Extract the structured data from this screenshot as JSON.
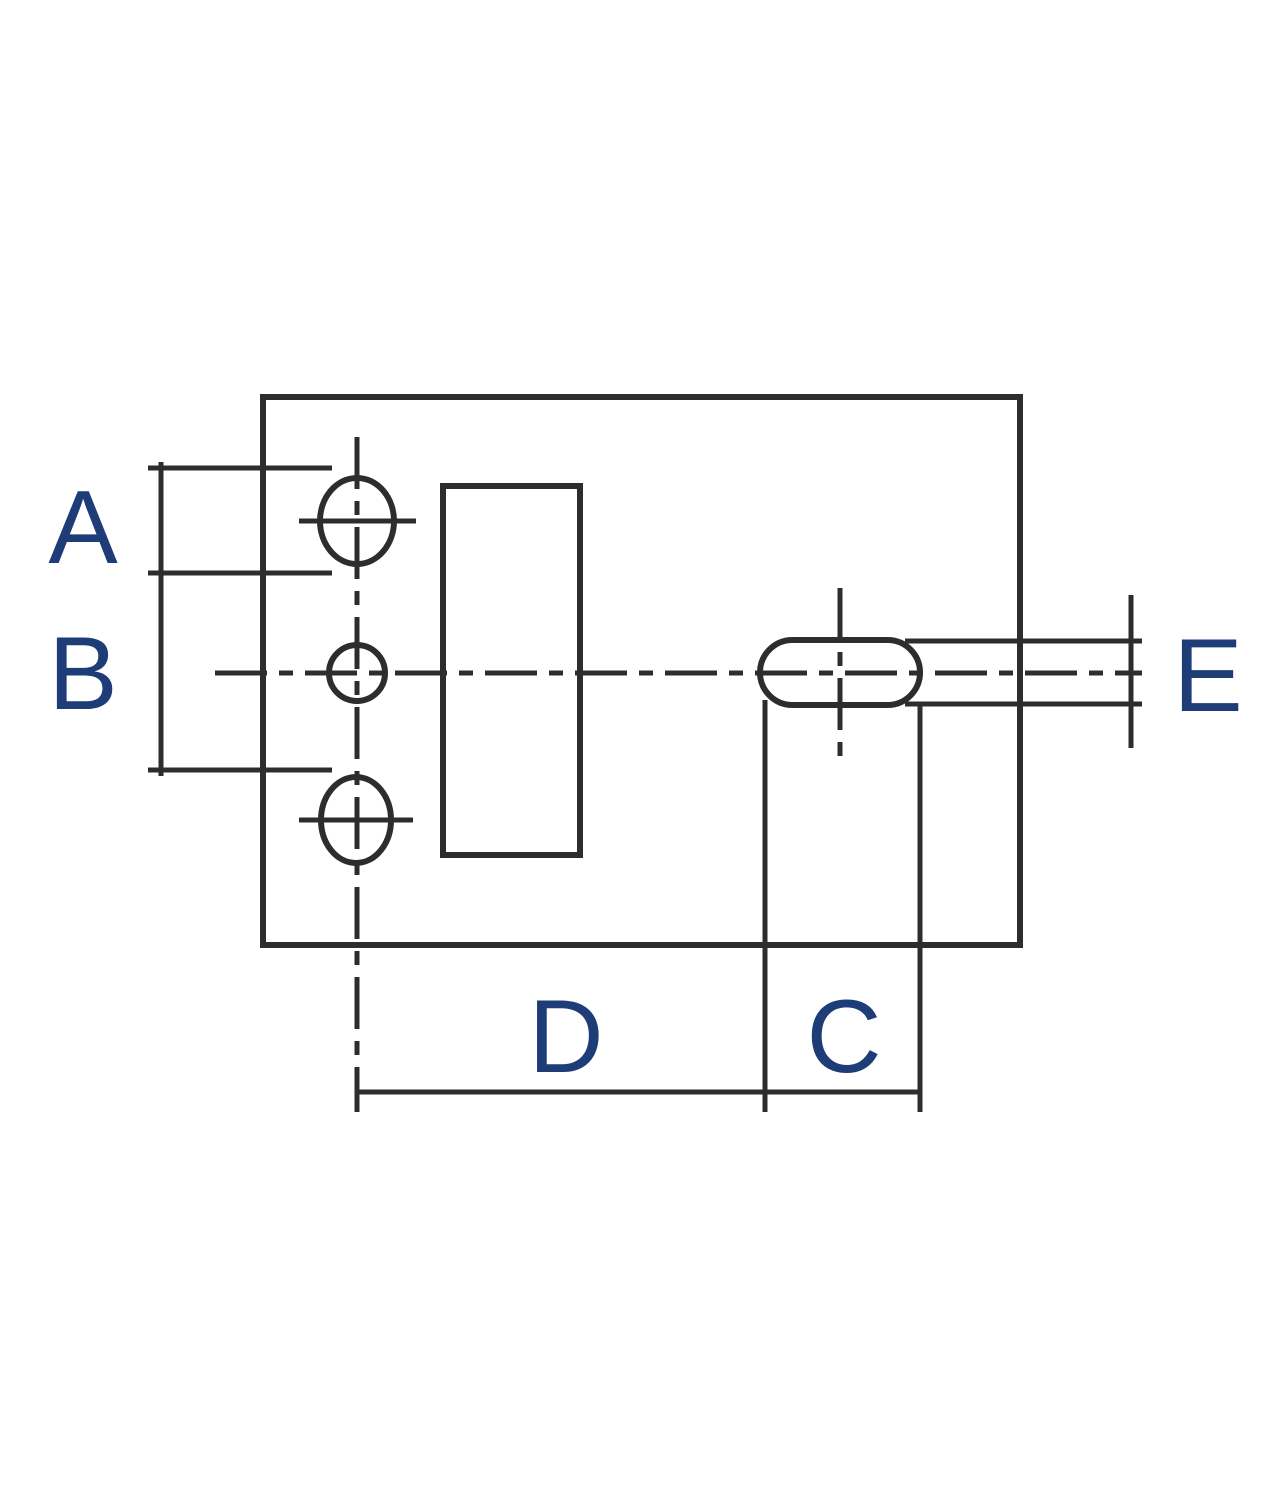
{
  "drawing": {
    "type": "technical-dimension-drawing",
    "description": "Dimensioned outline drawing of a mounting plate with three holes, a rectangular cutout and a slotted hole",
    "labels": {
      "a": "A",
      "b": "B",
      "c": "C",
      "d": "D",
      "e": "E"
    }
  },
  "colors": {
    "line": "#2d2d2d",
    "label": "#1d3c78",
    "background": "#ffffff"
  }
}
